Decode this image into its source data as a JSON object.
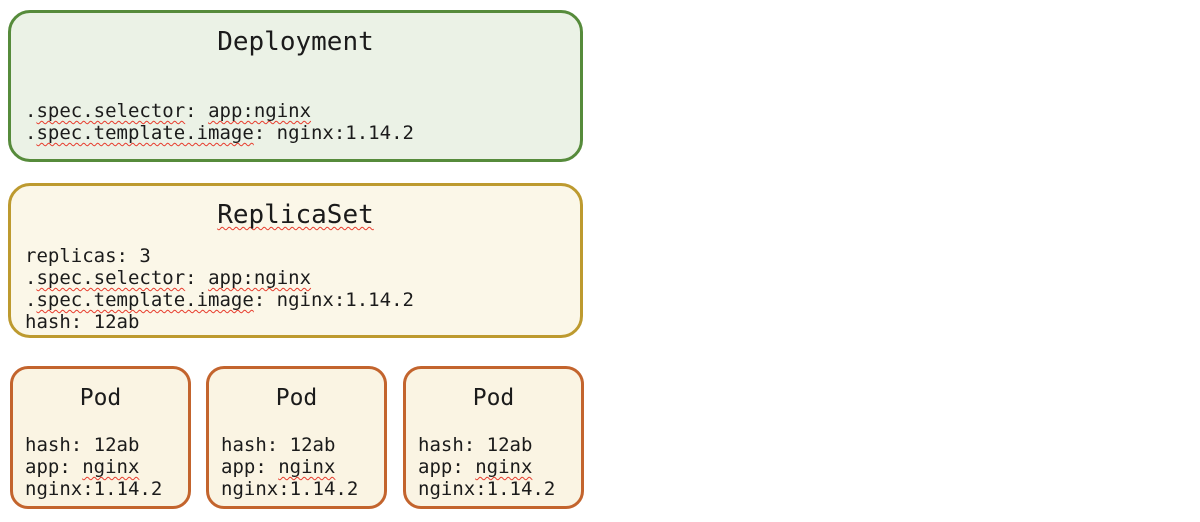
{
  "colors": {
    "page_bg": "#ffffff",
    "text": "#1b1b1b",
    "squiggle": "#e73b2c",
    "deployment_border": "#568b3b",
    "deployment_bg": "#ebf2e6",
    "replicaset_border": "#bd9a2f",
    "replicaset_bg": "#fbf7e8",
    "pod_border": "#c3642d",
    "pod_bg": "#faf4e3"
  },
  "deployment": {
    "title": "Deployment",
    "title_squiggle": false,
    "lines": [
      [
        {
          "t": ".",
          "sq": false
        },
        {
          "t": "spec.selector",
          "sq": true
        },
        {
          "t": ": ",
          "sq": false
        },
        {
          "t": "app:nginx",
          "sq": true
        }
      ],
      [
        {
          "t": ".",
          "sq": false
        },
        {
          "t": "spec.template.image",
          "sq": true
        },
        {
          "t": ": nginx:1.14.2",
          "sq": false
        }
      ]
    ]
  },
  "replicaset": {
    "title": "ReplicaSet",
    "title_squiggle": true,
    "lines": [
      [
        {
          "t": "replicas: 3",
          "sq": false
        }
      ],
      [
        {
          "t": ".",
          "sq": false
        },
        {
          "t": "spec.selector",
          "sq": true
        },
        {
          "t": ": ",
          "sq": false
        },
        {
          "t": "app:nginx",
          "sq": true
        }
      ],
      [
        {
          "t": ".",
          "sq": false
        },
        {
          "t": "spec.template.image",
          "sq": true
        },
        {
          "t": ": nginx:1.14.2",
          "sq": false
        }
      ],
      [
        {
          "t": "hash: 12ab",
          "sq": false
        }
      ]
    ]
  },
  "pods": [
    {
      "title": "Pod",
      "title_squiggle": false,
      "lines": [
        [
          {
            "t": "hash: 12ab",
            "sq": false
          }
        ],
        [
          {
            "t": "app: ",
            "sq": false
          },
          {
            "t": "nginx",
            "sq": true
          }
        ],
        [
          {
            "t": "nginx:1.14.2",
            "sq": false
          }
        ]
      ]
    },
    {
      "title": "Pod",
      "title_squiggle": false,
      "lines": [
        [
          {
            "t": "hash: 12ab",
            "sq": false
          }
        ],
        [
          {
            "t": "app: ",
            "sq": false
          },
          {
            "t": "nginx",
            "sq": true
          }
        ],
        [
          {
            "t": "nginx:1.14.2",
            "sq": false
          }
        ]
      ]
    },
    {
      "title": "Pod",
      "title_squiggle": false,
      "lines": [
        [
          {
            "t": "hash: 12ab",
            "sq": false
          }
        ],
        [
          {
            "t": "app: ",
            "sq": false
          },
          {
            "t": "nginx",
            "sq": true
          }
        ],
        [
          {
            "t": "nginx:1.14.2",
            "sq": false
          }
        ]
      ]
    }
  ]
}
